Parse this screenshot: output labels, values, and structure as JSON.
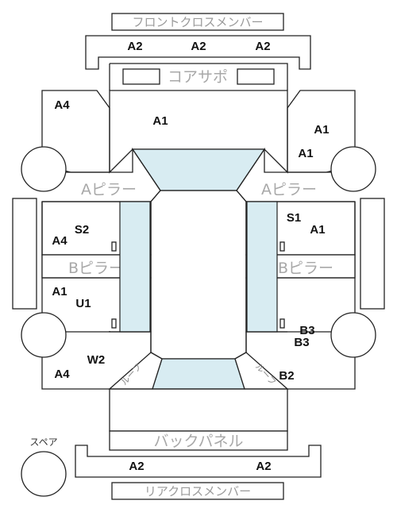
{
  "labels": {
    "front_cross_member": "フロントクロスメンバー",
    "core_support": "コアサポ",
    "a_pillar": "Aピラー",
    "b_pillar": "Bピラー",
    "back_panel": "バックパネル",
    "rear_cross_member": "リアクロスメンバー",
    "spare": "スペア",
    "roof": "ルーフ"
  },
  "grades": {
    "front_cm_left": "A2",
    "front_cm_center": "A2",
    "front_cm_right": "A2",
    "front_left_fender": "A4",
    "hood": "A1",
    "front_right_fender_1": "A1",
    "front_right_fender_2": "A1",
    "left_front_door_s": "S2",
    "left_front_door_a": "A4",
    "right_front_door_s": "S1",
    "right_front_door_a": "A1",
    "left_rear_door_a": "A1",
    "left_rear_door_u": "U1",
    "right_rear_door_b1": "B3",
    "right_rear_door_b2": "B3",
    "left_quarter_w": "W2",
    "left_quarter_a": "A4",
    "right_quarter_b": "B2",
    "rear_cm_left": "A2",
    "rear_cm_right": "A2"
  },
  "colors": {
    "glass": "#d8ecf2",
    "outline": "#222222",
    "label_gray": "#a8a8a8"
  }
}
